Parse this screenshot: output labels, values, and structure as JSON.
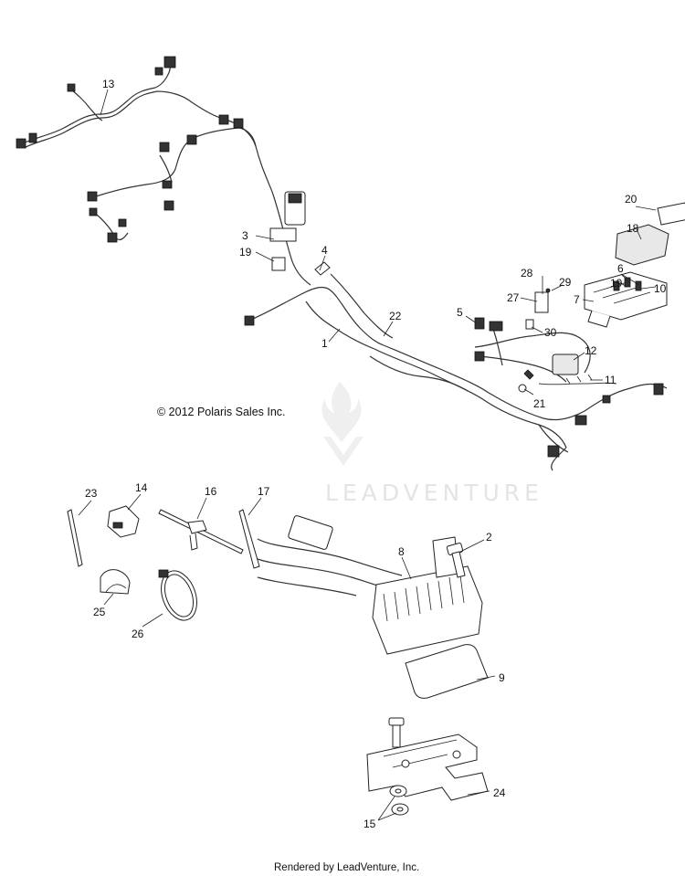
{
  "copyright": "© 2012 Polaris Sales Inc.",
  "footer": "Rendered by LeadVenture, Inc.",
  "watermark": "LEADVENTURE",
  "callouts": [
    "13",
    "20",
    "18",
    "3",
    "19",
    "4",
    "28",
    "29",
    "6",
    "19",
    "10",
    "27",
    "7",
    "5",
    "30",
    "22",
    "1",
    "12",
    "11",
    "21",
    "23",
    "14",
    "16",
    "17",
    "2",
    "8",
    "25",
    "26",
    "9",
    "24",
    "15"
  ]
}
